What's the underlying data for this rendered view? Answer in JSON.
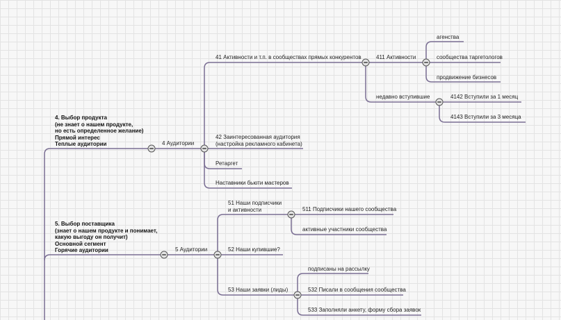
{
  "groups": {
    "product": {
      "title": "4. Выбор продукта",
      "line2": "(не знает о нашем продукте,",
      "line3": "но есть определенное желание)",
      "line4": "Прямой интерес",
      "line5": "Теплые аудитории"
    },
    "supplier": {
      "title": "5. Выбор поставщика",
      "line2": "(знает о нашем продукте и понимает,",
      "line3": "какую выгоду он получит)",
      "line4": "Основной сегмент",
      "line5": "Горячие аудитории"
    }
  },
  "nodes": {
    "aud4": "4 Аудитории",
    "n41": "41 Активности и т.п. в сообществах прямых конкурентов",
    "n411": "411 Активности",
    "agencies": "агенства",
    "targetologists": "сообщества таргетологов",
    "promotion": "продвижение бизнесов",
    "recent": "недавно вступившие",
    "n4142": "4142 Вступили за 1 месяц",
    "n4143": "4143 Вступили за 3 месяца",
    "n42_line1": "42 Заинтересованная аудитория",
    "n42_line2": "(настройка рекламного кабинета)",
    "retarget": "Ретаргет",
    "mentors": "Наставники бьюти мастеров",
    "aud5": "5 Аудитории",
    "n51_line1": "51 Наши подписчики",
    "n51_line2": "и активности",
    "n511": "511 Подписчики нашего сообщества",
    "active": "активные участники сообщества",
    "n52": "52 Наши купившие?",
    "n53": "53 Наши заявки (лиды)",
    "mailing": "подписаны на рассылку",
    "n532": "532 Писали в сообщения сообщества",
    "n533": "533 Заполняли анкету, форму сбора заявок"
  },
  "colors": {
    "connector": "#7a6e93",
    "grid": "#e3e3e3",
    "background": "#f7f7f7"
  },
  "icons": {
    "collapse": "minus-circle-icon"
  }
}
